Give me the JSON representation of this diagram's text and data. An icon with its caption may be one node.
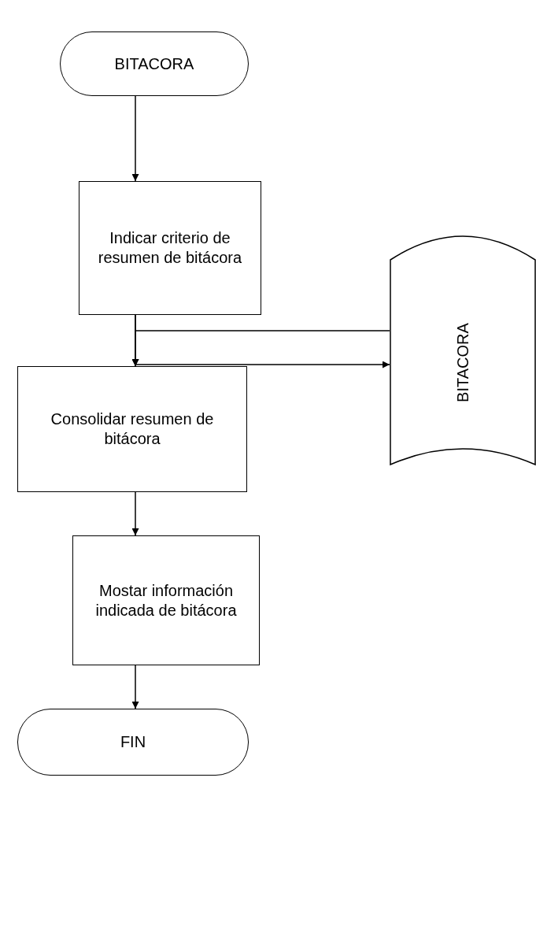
{
  "diagram": {
    "nodes": [
      {
        "text": [
          "BITACORA"
        ]
      },
      {
        "text": [
          "Indicar criterio de resumen de bitácora"
        ]
      },
      {
        "text": [
          "BITACORA"
        ]
      },
      {
        "text": [
          "Consolidar resumen de bitácora"
        ]
      },
      {
        "text": [
          "Mostar información indicada de bitácora"
        ]
      },
      {
        "text": [
          "FIN"
        ]
      }
    ],
    "edges": [
      {
        "from": 0,
        "to": 1,
        "arrow": "to"
      },
      {
        "from": 1,
        "to": 3,
        "arrow": "to"
      },
      {
        "from": 2,
        "to": 3,
        "arrow": "to"
      },
      {
        "from": 1,
        "to": 2,
        "arrow": "to"
      },
      {
        "from": 3,
        "to": 4,
        "arrow": "to"
      },
      {
        "from": 4,
        "to": 5,
        "arrow": "to"
      }
    ]
  }
}
